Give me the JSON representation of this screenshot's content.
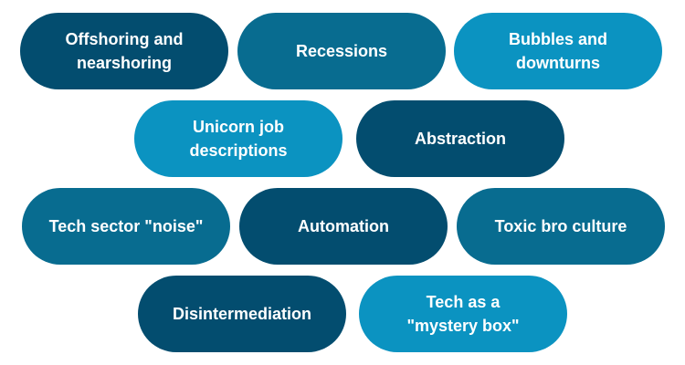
{
  "pills": [
    {
      "label": "Offshoring and\nnearshoring",
      "color": "#034d6f"
    },
    {
      "label": "Recessions",
      "color": "#086c90"
    },
    {
      "label": "Bubbles and\ndownturns",
      "color": "#0b93c1"
    },
    {
      "label": "Unicorn job\ndescriptions",
      "color": "#0b93c1"
    },
    {
      "label": "Abstraction",
      "color": "#034d6f"
    },
    {
      "label": "Tech sector \"noise\"",
      "color": "#086c90"
    },
    {
      "label": "Automation",
      "color": "#034d6f"
    },
    {
      "label": "Toxic bro culture",
      "color": "#086c90"
    },
    {
      "label": "Disintermediation",
      "color": "#034d6f"
    },
    {
      "label": "Tech as a\n\"mystery box\"",
      "color": "#0b93c1"
    }
  ]
}
